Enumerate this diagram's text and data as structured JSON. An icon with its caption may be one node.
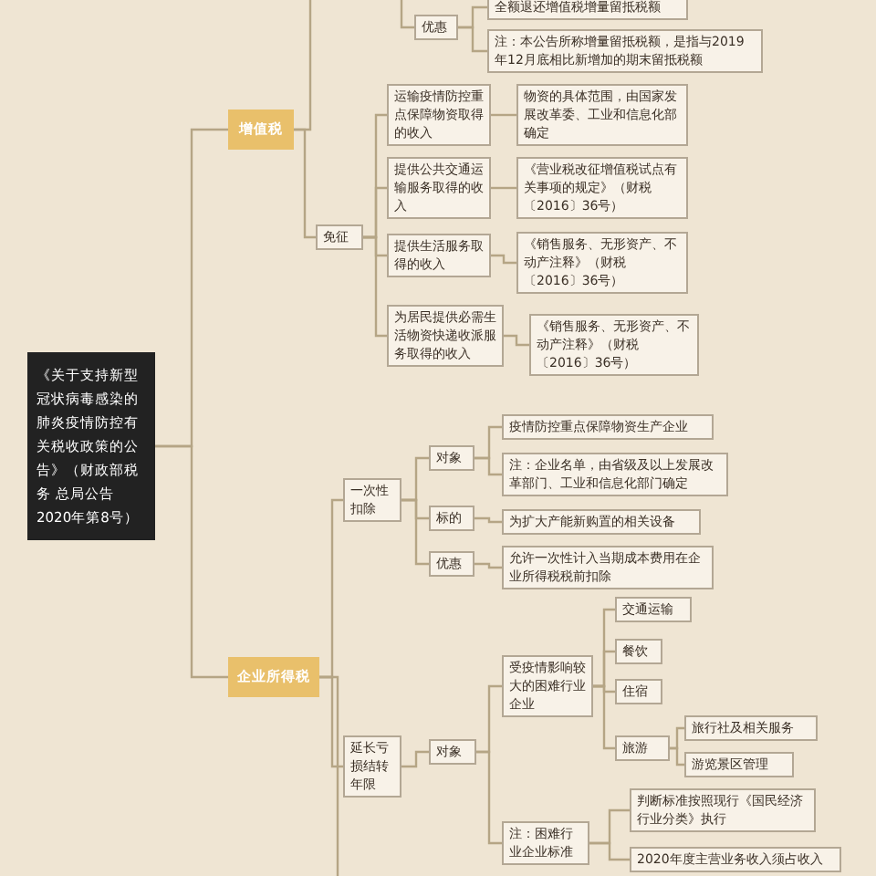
{
  "diagram": {
    "nodes": [
      {
        "text": [
          "《关于支持新型冠状病毒感染的肺炎疫情防控有关税收政策的公告》（财政部税务 总局公告2020年第8号）"
        ]
      },
      {
        "text": [
          "增值税"
        ]
      },
      {
        "text": [
          "优惠"
        ]
      },
      {
        "text": [
          "全额退还增值税增量留抵税额"
        ]
      },
      {
        "text": [
          "注：本公告所称增量留抵税额，是指与2019年12月底相比新增加的期末留抵税额"
        ]
      },
      {
        "text": [
          "免征"
        ]
      },
      {
        "text": [
          "运输疫情防控重点保障物资取得的收入"
        ]
      },
      {
        "text": [
          "物资的具体范围，由国家发展改革委、工业和信息化部确定"
        ]
      },
      {
        "text": [
          "提供公共交通运输服务取得的收入"
        ]
      },
      {
        "text": [
          "《营业税改征增值税试点有关事项的规定》（财税〔2016〕36号）"
        ]
      },
      {
        "text": [
          "提供生活服务取得的收入"
        ]
      },
      {
        "text": [
          "《销售服务、无形资产、不动产注释》（财税〔2016〕36号）"
        ]
      },
      {
        "text": [
          "为居民提供必需生活物资快递收派服务取得的收入"
        ]
      },
      {
        "text": [
          "《销售服务、无形资产、不动产注释》（财税〔2016〕36号）"
        ]
      },
      {
        "text": [
          "企业所得税"
        ]
      },
      {
        "text": [
          "一次性扣除"
        ]
      },
      {
        "text": [
          "对象"
        ]
      },
      {
        "text": [
          "疫情防控重点保障物资生产企业"
        ]
      },
      {
        "text": [
          "注：企业名单，由省级及以上发展改革部门、工业和信息化部门确定"
        ]
      },
      {
        "text": [
          "标的"
        ]
      },
      {
        "text": [
          "为扩大产能新购置的相关设备"
        ]
      },
      {
        "text": [
          "优惠"
        ]
      },
      {
        "text": [
          "允许一次性计入当期成本费用在企业所得税税前扣除"
        ]
      },
      {
        "text": [
          "延长亏损结转年限"
        ]
      },
      {
        "text": [
          "对象"
        ]
      },
      {
        "text": [
          "受疫情影响较大的困难行业企业"
        ]
      },
      {
        "text": [
          "交通运输"
        ]
      },
      {
        "text": [
          "餐饮"
        ]
      },
      {
        "text": [
          "住宿"
        ]
      },
      {
        "text": [
          "旅游"
        ]
      },
      {
        "text": [
          "旅行社及相关服务"
        ]
      },
      {
        "text": [
          "游览景区管理"
        ]
      },
      {
        "text": [
          "注：困难行业企业标准"
        ]
      },
      {
        "text": [
          "判断标准按照现行《国民经济行业分类》执行"
        ]
      },
      {
        "text": [
          "2020年度主营业务收入须占收入"
        ]
      }
    ],
    "edges": [
      {
        "from": 0,
        "to": 1,
        "arrow": "none"
      },
      {
        "from": 0,
        "to": 14,
        "arrow": "none"
      },
      {
        "from": 1,
        "to": null,
        "arrow": "none"
      },
      {
        "from": null,
        "to": 2,
        "arrow": "none"
      },
      {
        "from": 2,
        "to": 3,
        "arrow": "none"
      },
      {
        "from": 2,
        "to": 4,
        "arrow": "none"
      },
      {
        "from": 1,
        "to": 5,
        "arrow": "none"
      },
      {
        "from": 5,
        "to": 6,
        "arrow": "none"
      },
      {
        "from": 5,
        "to": 8,
        "arrow": "none"
      },
      {
        "from": 5,
        "to": 10,
        "arrow": "none"
      },
      {
        "from": 5,
        "to": 12,
        "arrow": "none"
      },
      {
        "from": 6,
        "to": 7,
        "arrow": "none"
      },
      {
        "from": 8,
        "to": 9,
        "arrow": "none"
      },
      {
        "from": 10,
        "to": 11,
        "arrow": "none"
      },
      {
        "from": 12,
        "to": 13,
        "arrow": "none"
      },
      {
        "from": 14,
        "to": 15,
        "arrow": "none"
      },
      {
        "from": 14,
        "to": 23,
        "arrow": "none"
      },
      {
        "from": 14,
        "to": null,
        "arrow": "none"
      },
      {
        "from": 15,
        "to": 16,
        "arrow": "none"
      },
      {
        "from": 15,
        "to": 19,
        "arrow": "none"
      },
      {
        "from": 15,
        "to": 21,
        "arrow": "none"
      },
      {
        "from": 16,
        "to": 17,
        "arrow": "none"
      },
      {
        "from": 16,
        "to": 18,
        "arrow": "none"
      },
      {
        "from": 19,
        "to": 20,
        "arrow": "none"
      },
      {
        "from": 21,
        "to": 22,
        "arrow": "none"
      },
      {
        "from": 23,
        "to": 24,
        "arrow": "none"
      },
      {
        "from": 24,
        "to": 25,
        "arrow": "none"
      },
      {
        "from": 24,
        "to": 32,
        "arrow": "none"
      },
      {
        "from": 25,
        "to": 26,
        "arrow": "none"
      },
      {
        "from": 25,
        "to": 27,
        "arrow": "none"
      },
      {
        "from": 25,
        "to": 28,
        "arrow": "none"
      },
      {
        "from": 25,
        "to": 29,
        "arrow": "none"
      },
      {
        "from": 29,
        "to": 30,
        "arrow": "none"
      },
      {
        "from": 29,
        "to": 31,
        "arrow": "none"
      },
      {
        "from": 32,
        "to": 33,
        "arrow": "none"
      },
      {
        "from": 32,
        "to": 34,
        "arrow": "none"
      }
    ]
  }
}
